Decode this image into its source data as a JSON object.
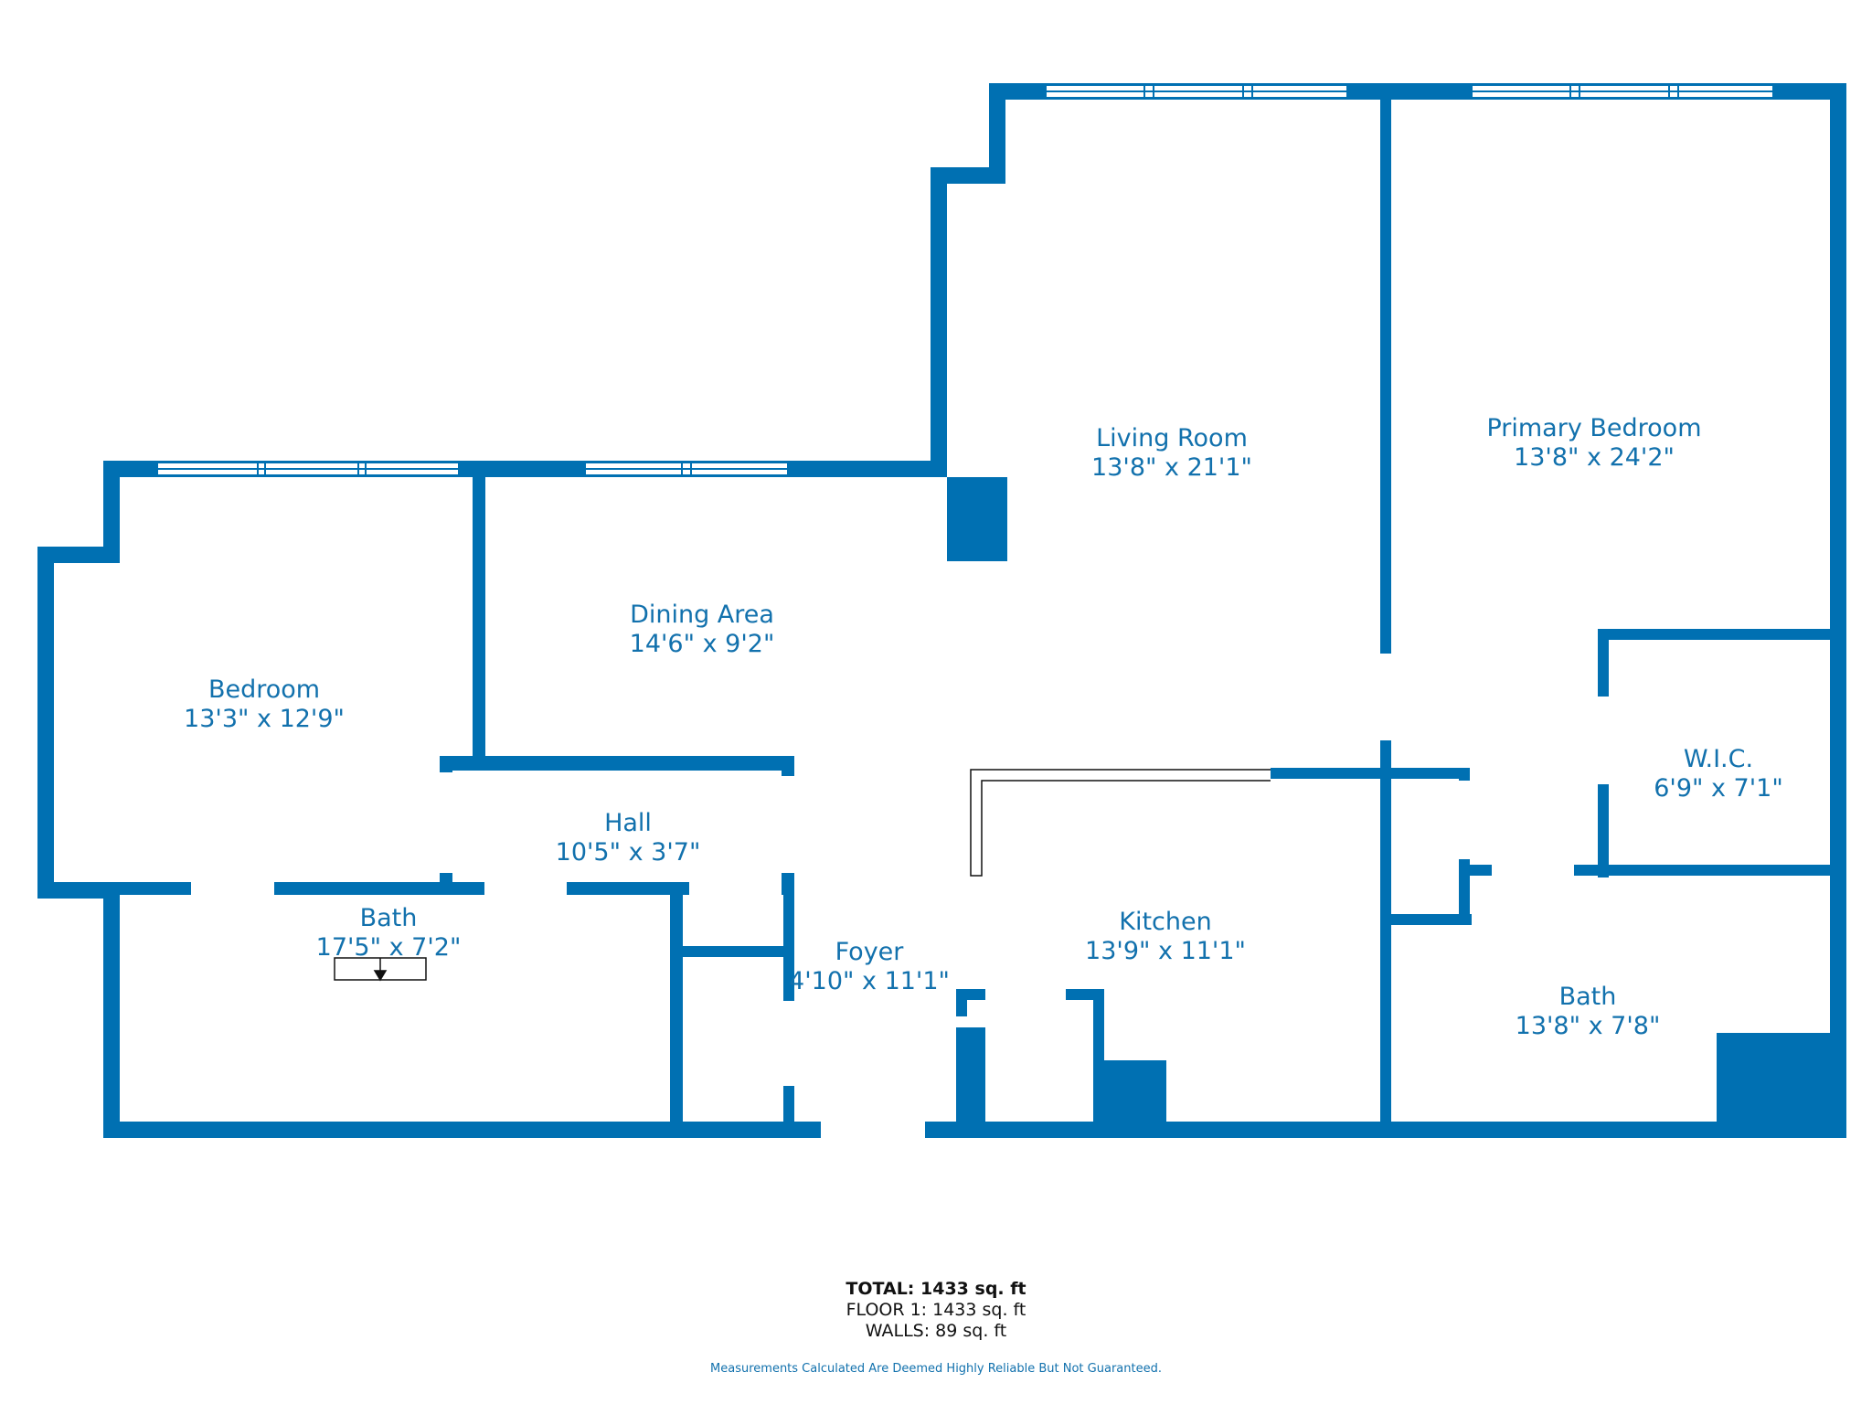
{
  "colors": {
    "wall": "#0070b2",
    "label": "#1271ad",
    "window": "#0070b2"
  },
  "rooms": [
    {
      "id": "living-room",
      "name": "Living Room",
      "dims": "13'8\" x 21'1\""
    },
    {
      "id": "primary-bedroom",
      "name": "Primary Bedroom",
      "dims": "13'8\" x 24'2\""
    },
    {
      "id": "dining-area",
      "name": "Dining Area",
      "dims": "14'6\" x 9'2\""
    },
    {
      "id": "bedroom",
      "name": "Bedroom",
      "dims": "13'3\" x 12'9\""
    },
    {
      "id": "wic",
      "name": "W.I.C.",
      "dims": "6'9\" x 7'1\""
    },
    {
      "id": "hall",
      "name": "Hall",
      "dims": "10'5\" x 3'7\""
    },
    {
      "id": "bath-1",
      "name": "Bath",
      "dims": "17'5\" x 7'2\""
    },
    {
      "id": "kitchen",
      "name": "Kitchen",
      "dims": "13'9\" x 11'1\""
    },
    {
      "id": "foyer",
      "name": "Foyer",
      "dims": "4'10\" x 11'1\""
    },
    {
      "id": "bath-2",
      "name": "Bath",
      "dims": "13'8\" x 7'8\""
    }
  ],
  "summary": {
    "total": "TOTAL: 1433 sq. ft",
    "floor1": "FLOOR 1: 1433 sq. ft",
    "walls": "WALLS: 89 sq. ft",
    "disclaimer": "Measurements Calculated Are Deemed Highly Reliable But Not Guaranteed."
  }
}
